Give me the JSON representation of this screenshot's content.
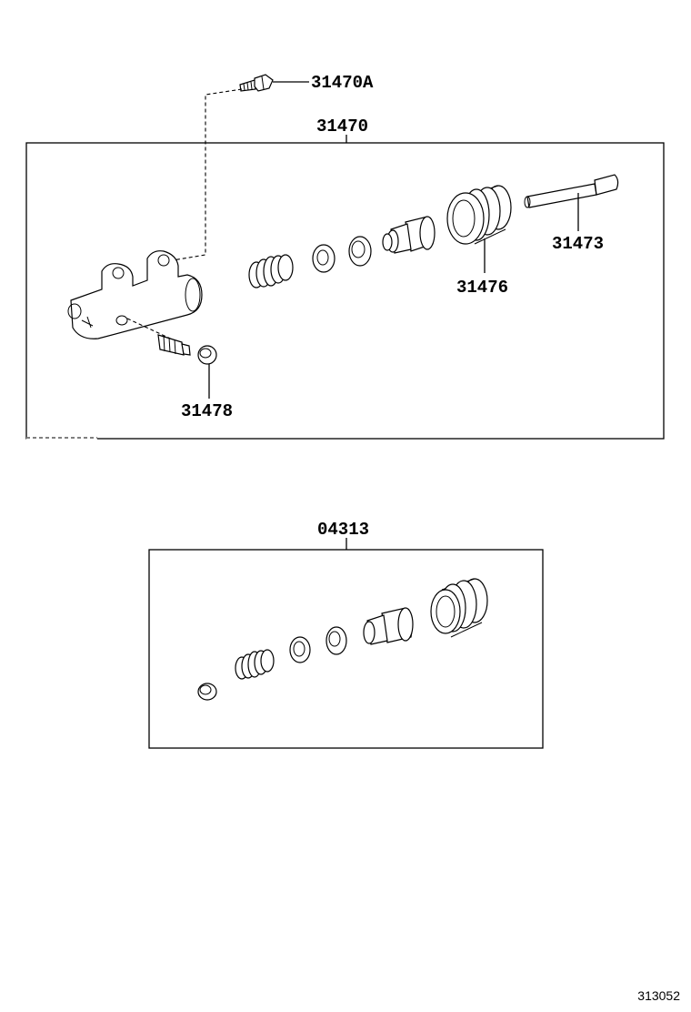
{
  "labels": {
    "bleeder_screw": "31470A",
    "cylinder_assy": "31470",
    "push_rod": "31473",
    "boot": "31476",
    "bleeder_cap": "31478",
    "repair_kit": "04313"
  },
  "figure_code": "313052"
}
